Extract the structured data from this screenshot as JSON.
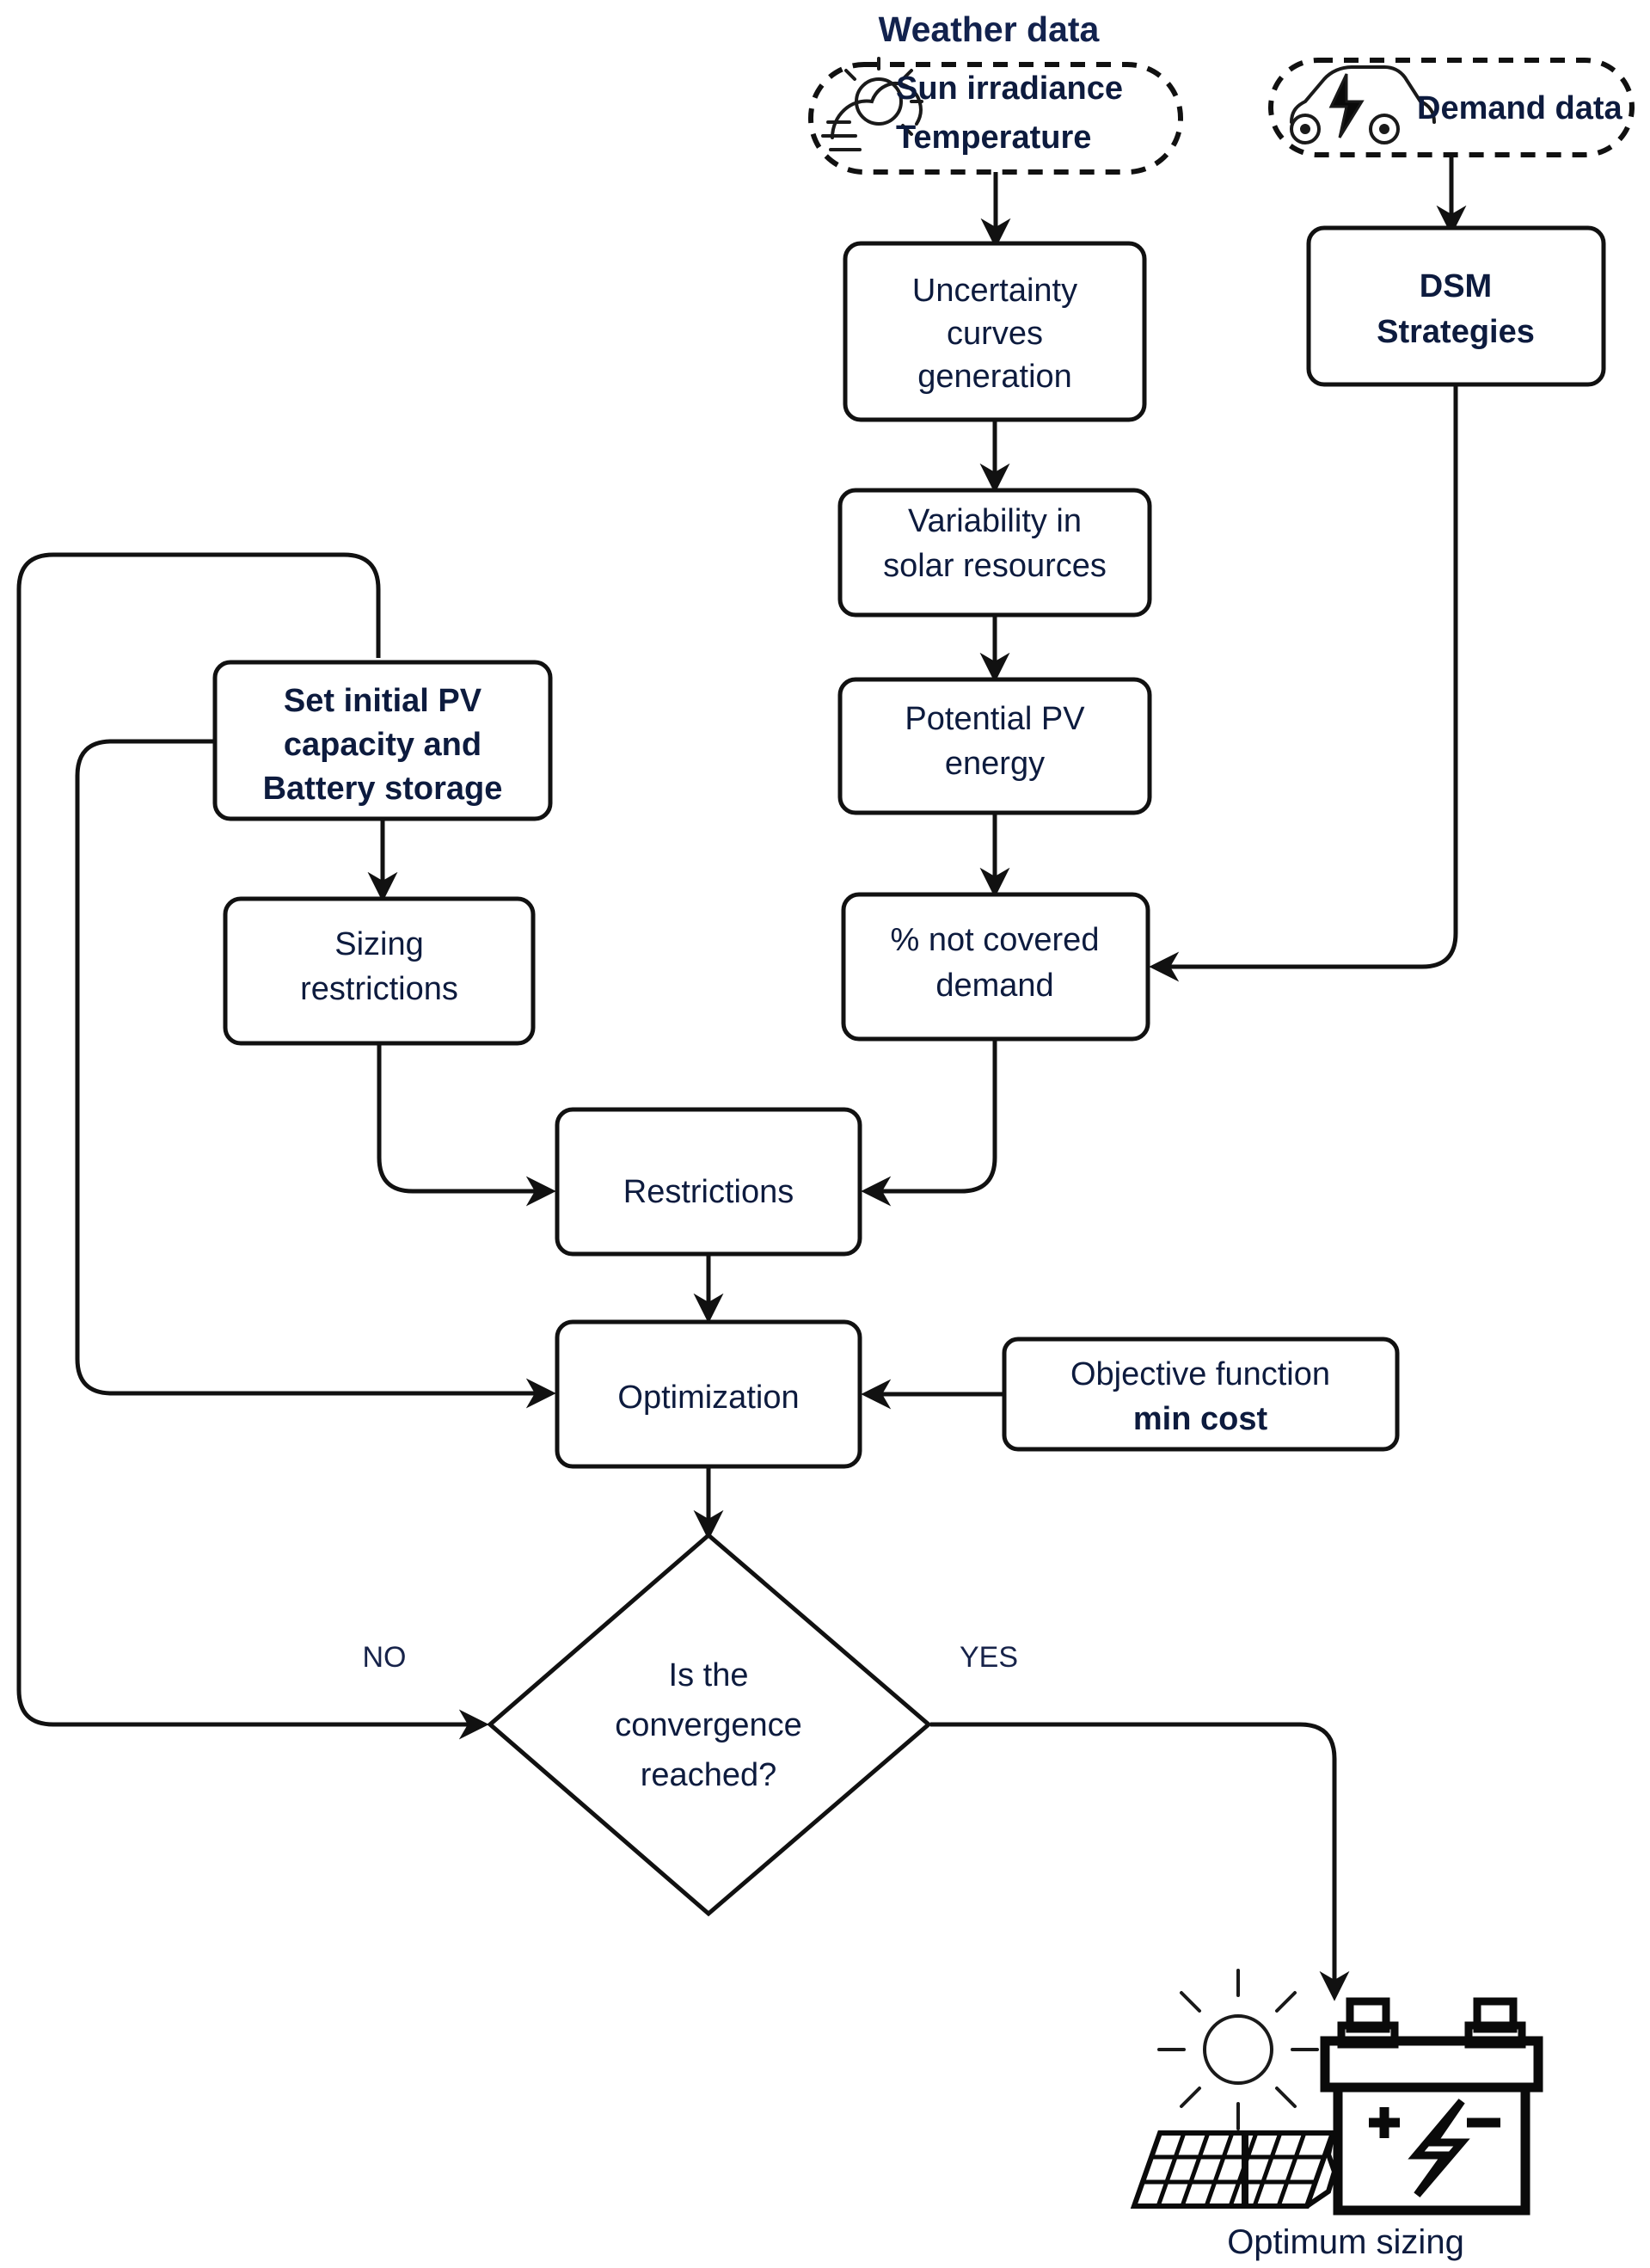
{
  "diagram": {
    "title": "Optimum sizing flowchart",
    "headers": {
      "weather_data": "Weather data"
    },
    "inputs": [
      {
        "id": "weather-input",
        "line1": "Sun irradiance",
        "line2": "Temperature",
        "icon": "sun-cloud-icon"
      },
      {
        "id": "demand-input",
        "line1": "Demand data",
        "line2": "",
        "icon": "electric-car-icon"
      }
    ],
    "nodes": [
      {
        "id": "uncertainty-curves-generation",
        "lines": [
          "Uncertainty",
          "curves",
          "generation"
        ],
        "bold": false
      },
      {
        "id": "variability-in-solar-resources",
        "lines": [
          "Variability in",
          "solar resources"
        ],
        "bold": false
      },
      {
        "id": "potential-pv-energy",
        "lines": [
          "Potential PV",
          "energy"
        ],
        "bold": false
      },
      {
        "id": "percent-not-covered-demand",
        "lines": [
          "% not covered",
          "demand"
        ],
        "bold": false
      },
      {
        "id": "dsm-strategies",
        "lines": [
          "DSM",
          "Strategies"
        ],
        "bold": true
      },
      {
        "id": "set-initial-pv-capacity-and-battery-storage",
        "lines": [
          "Set initial PV",
          "capacity and",
          "Battery storage"
        ],
        "bold": true
      },
      {
        "id": "sizing-restrictions",
        "lines": [
          "Sizing",
          "restrictions"
        ],
        "bold": false
      },
      {
        "id": "restrictions",
        "lines": [
          "Restrictions"
        ],
        "bold": false
      },
      {
        "id": "optimization",
        "lines": [
          "Optimization"
        ],
        "bold": false
      },
      {
        "id": "objective-function",
        "lines": [
          "Objective function",
          "min cost"
        ],
        "bold": false,
        "bold_last_line": true
      }
    ],
    "decision": {
      "id": "convergence-decision",
      "lines": [
        "Is the",
        "convergence",
        "reached?"
      ]
    },
    "edge_labels": {
      "no": "NO",
      "yes": "YES"
    },
    "output": {
      "caption": "Optimum sizing",
      "icons": [
        "sun-icon",
        "solar-panel-icon",
        "battery-icon"
      ]
    },
    "colors": {
      "text": "#0d1b3e",
      "stroke": "#111111",
      "background": "#ffffff"
    }
  }
}
